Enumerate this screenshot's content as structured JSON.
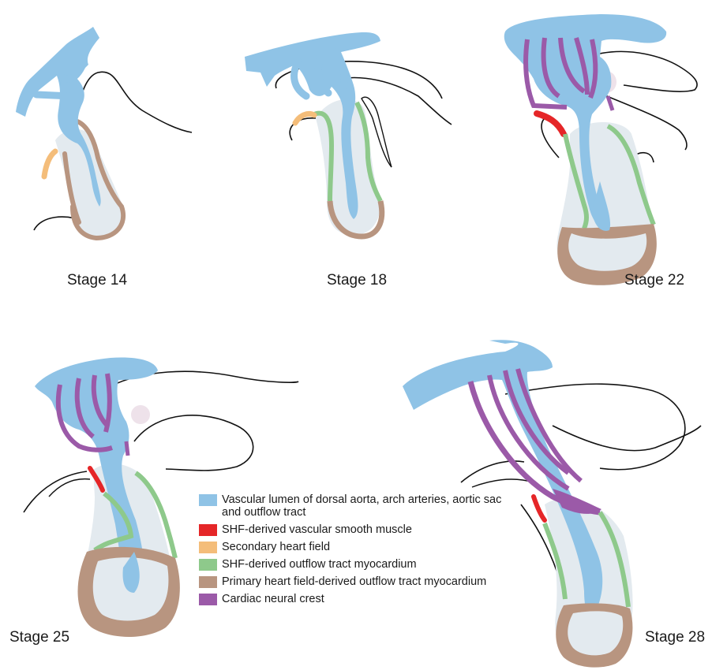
{
  "stages": [
    {
      "id": "s14",
      "label": "Stage 14"
    },
    {
      "id": "s18",
      "label": "Stage 18"
    },
    {
      "id": "s22",
      "label": "Stage 22"
    },
    {
      "id": "s25",
      "label": "Stage 25"
    },
    {
      "id": "s28",
      "label": "Stage 28"
    }
  ],
  "legend": [
    {
      "key": "lumen",
      "label": "Vascular lumen of dorsal aorta, arch arteries, aortic sac and outflow tract",
      "color": "#8fc3e6"
    },
    {
      "key": "shf_vsm",
      "label": "SHF-derived vascular smooth muscle",
      "color": "#e52628"
    },
    {
      "key": "shf",
      "label": "Secondary heart field",
      "color": "#f4bd7a"
    },
    {
      "key": "shf_myo",
      "label": "SHF-derived outflow tract myocardium",
      "color": "#8ec98b"
    },
    {
      "key": "phf_myo",
      "label": "Primary heart field-derived outflow tract myocardium",
      "color": "#b89580"
    },
    {
      "key": "ncc",
      "label": "Cardiac neural crest",
      "color": "#9b5aa8"
    }
  ],
  "colors": {
    "lumen": "#8fc3e6",
    "tissue": "#e3eaef",
    "outline": "#111111",
    "vsm": "#e52628",
    "shf": "#f4bd7a",
    "shf_myo": "#8ec98b",
    "phf_myo": "#b89580",
    "ncc": "#9b5aa8",
    "pink": "#eee2ea"
  }
}
